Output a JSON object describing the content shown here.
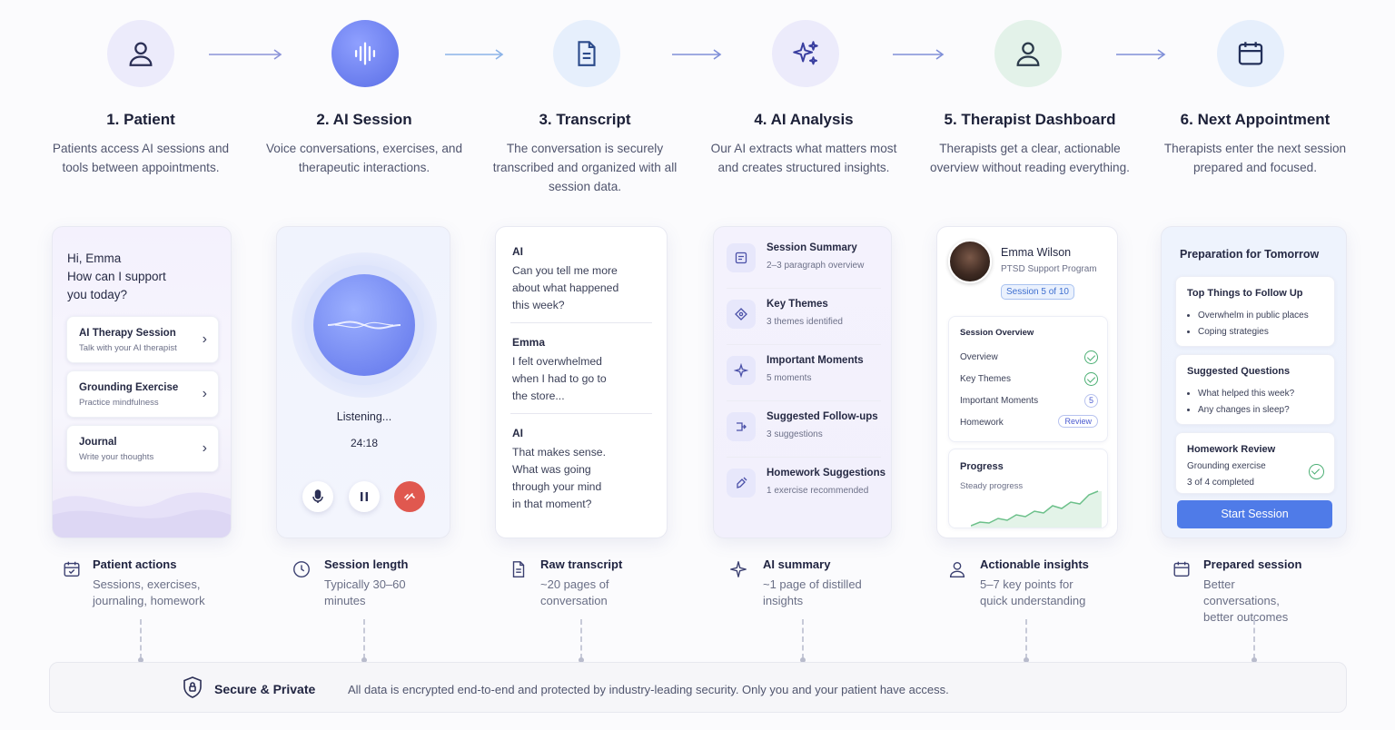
{
  "steps": [
    {
      "title": "1. Patient",
      "desc": "Patients access AI sessions and tools between appointments.",
      "icon": "person-icon",
      "color": "#ecebfb"
    },
    {
      "title": "2. AI Session",
      "desc": "Voice conversations, exercises, and therapeutic interactions.",
      "icon": "soundwave-icon",
      "color": "#6a7df0"
    },
    {
      "title": "3. Transcript",
      "desc": "The conversation is securely transcribed and organized with all session data.",
      "icon": "document-icon",
      "color": "#e6effc"
    },
    {
      "title": "4. AI Analysis",
      "desc": "Our AI extracts what matters most and creates structured insights.",
      "icon": "sparkles-icon",
      "color": "#ecebfb"
    },
    {
      "title": "5. Therapist Dashboard",
      "desc": "Therapists get a clear, actionable overview without reading everything.",
      "icon": "person-icon",
      "color": "#e3f2e9"
    },
    {
      "title": "6. Next Appointment",
      "desc": "Therapists enter the next session prepared and focused.",
      "icon": "calendar-icon",
      "color": "#e6effc"
    }
  ],
  "patient": {
    "greeting_1": "Hi, Emma",
    "greeting_2": "How can I support",
    "greeting_3": "you today?",
    "items": [
      {
        "title": "AI Therapy Session",
        "sub": "Talk with your AI therapist"
      },
      {
        "title": "Grounding Exercise",
        "sub": "Practice mindfulness"
      },
      {
        "title": "Journal",
        "sub": "Write your thoughts"
      }
    ]
  },
  "session": {
    "status": "Listening...",
    "timer": "24:18"
  },
  "transcript": [
    {
      "who": "AI",
      "lines": [
        "Can you tell me more",
        "about what happened",
        "this week?"
      ]
    },
    {
      "who": "Emma",
      "lines": [
        "I felt overwhelmed",
        "when I had to go to",
        "the store..."
      ]
    },
    {
      "who": "AI",
      "lines": [
        "That makes sense.",
        "What was going",
        "through your mind",
        "in that moment?"
      ]
    }
  ],
  "analysis": [
    {
      "title": "Session Summary",
      "sub": "2–3 paragraph overview"
    },
    {
      "title": "Key Themes",
      "sub": "3 themes identified"
    },
    {
      "title": "Important Moments",
      "sub": "5 moments"
    },
    {
      "title": "Suggested Follow-ups",
      "sub": "3 suggestions"
    },
    {
      "title": "Homework Suggestions",
      "sub": "1 exercise recommended"
    }
  ],
  "dashboard": {
    "name": "Emma Wilson",
    "program": "PTSD Support Program",
    "session_badge": "Session 5 of 10",
    "overview_title": "Session Overview",
    "overview_rows": [
      {
        "label": "Overview",
        "status": "check"
      },
      {
        "label": "Key Themes",
        "status": "check"
      },
      {
        "label": "Important Moments",
        "status": "5"
      },
      {
        "label": "Homework",
        "status": "Review"
      }
    ],
    "progress_title": "Progress",
    "progress_sub": "Steady progress"
  },
  "prep": {
    "title": "Preparation for Tomorrow",
    "follow_title": "Top Things to Follow Up",
    "follow_items": [
      "Overwhelm in public places",
      "Coping strategies"
    ],
    "questions_title": "Suggested Questions",
    "questions_items": [
      "What helped this week?",
      "Any changes in sleep?"
    ],
    "homework_title": "Homework Review",
    "homework_name": "Grounding exercise",
    "homework_count": "3 of 4 completed",
    "button": "Start Session"
  },
  "footers": [
    {
      "title": "Patient actions",
      "desc": "Sessions, exercises, journaling, homework"
    },
    {
      "title": "Session length",
      "desc": "Typically 30–60 minutes"
    },
    {
      "title": "Raw transcript",
      "desc": "~20 pages of conversation"
    },
    {
      "title": "AI summary",
      "desc": "~1 page of distilled insights"
    },
    {
      "title": "Actionable insights",
      "desc": "5–7 key points for quick understanding"
    },
    {
      "title": "Prepared session",
      "desc": "Better conversations, better outcomes"
    }
  ],
  "secure": {
    "title": "Secure & Private",
    "desc": "All data is encrypted end-to-end and protected by industry-leading security. Only you and your patient have access."
  },
  "colors": {
    "accent": "#5b6ee8",
    "primary_button": "#4f7be8",
    "success": "#4caf74",
    "danger": "#e0584f"
  }
}
